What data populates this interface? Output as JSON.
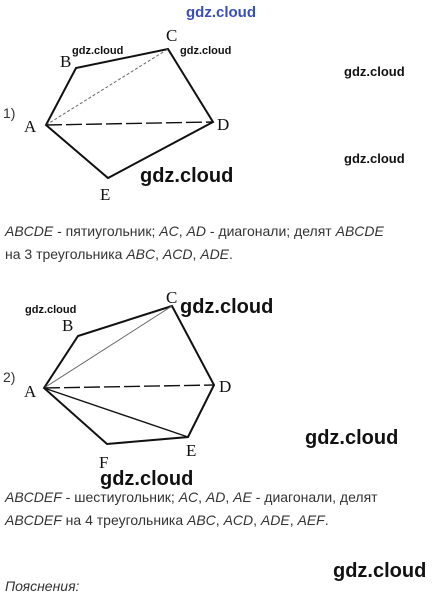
{
  "watermark": "gdz.cloud",
  "figure1": {
    "number": "1)",
    "labels": {
      "A": "A",
      "B": "B",
      "C": "C",
      "D": "D",
      "E": "E"
    },
    "caption": {
      "polygon_name": "ABCDE",
      "polygon_type": " - пятиугольник; ",
      "diag1": "AC",
      "sep1": ", ",
      "diag2": "AD",
      "mid": " - диагонали; делят ",
      "polygon_name2": "ABCDE",
      "line2_start": "на 3 треугольника ",
      "t1": "ABC",
      "sep2": ", ",
      "t2": "ACD",
      "sep3": ", ",
      "t3": "ADE",
      "end": "."
    }
  },
  "figure2": {
    "number": "2)",
    "labels": {
      "A": "A",
      "B": "B",
      "C": "C",
      "D": "D",
      "E": "E",
      "F": "F"
    },
    "caption": {
      "polygon_name": "ABCDEF",
      "polygon_type": " - шестиугольник; ",
      "diag1": "AC",
      "sep1": ", ",
      "diag2": "AD",
      "sep2": ", ",
      "diag3": "AE",
      "mid": " - диагонали, делят",
      "polygon_name2": "ABCDEF",
      "line2_mid": " на 4 треугольника ",
      "t1": "ABC",
      "sep3": ", ",
      "t2": "ACD",
      "sep4": ", ",
      "t3": "ADE",
      "sep5": ", ",
      "t4": "AEF",
      "end": "."
    }
  },
  "explanation_heading": "Пояснения:"
}
